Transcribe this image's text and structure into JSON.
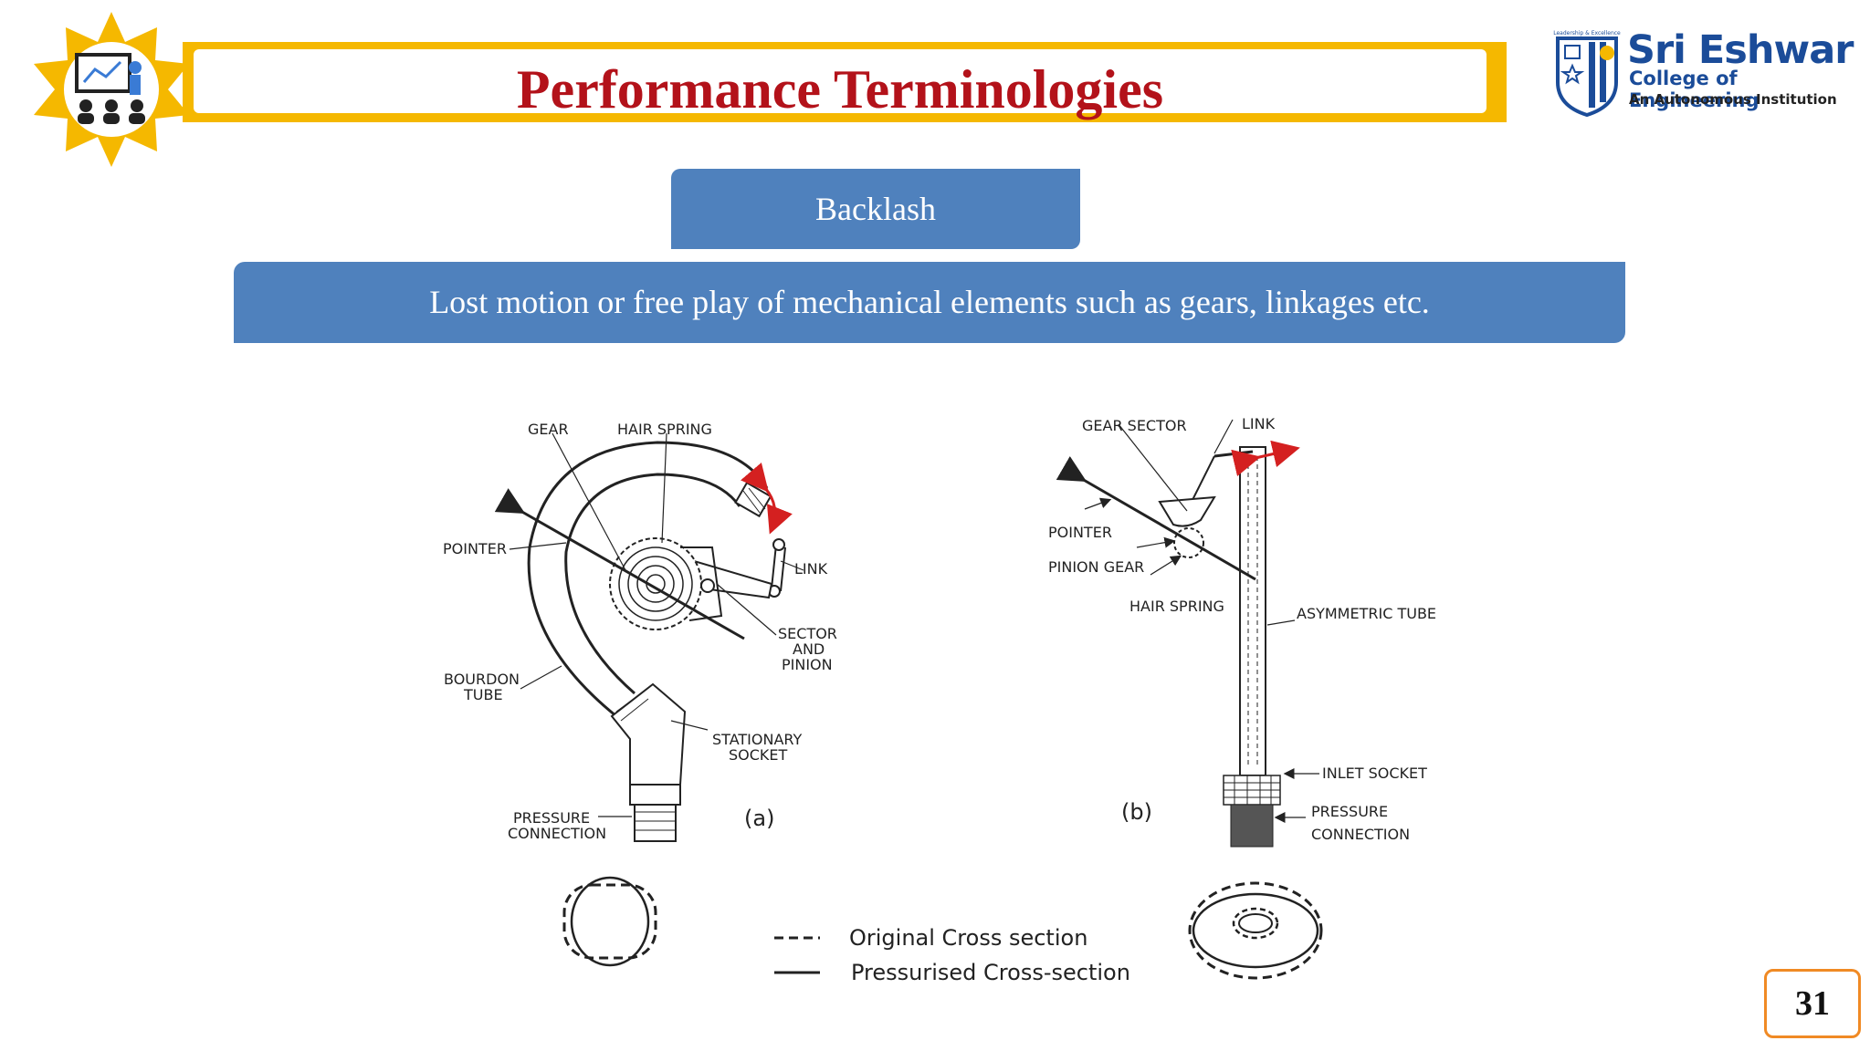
{
  "header": {
    "title": "Performance Terminologies"
  },
  "logo": {
    "name": "Sri Eshwar",
    "subtitle": "College of Engineering",
    "tagline": "An Autonomous Institution",
    "banner_text": "Leadership & Excellence"
  },
  "term": {
    "label": "Backlash"
  },
  "definition": {
    "text": "Lost motion or free play of mechanical elements such as gears, linkages etc."
  },
  "figure": {
    "a": {
      "caption": "(a)",
      "labels": {
        "gear": "GEAR",
        "hair_spring": "HAIR SPRING",
        "pointer": "POINTER",
        "link": "LINK",
        "sector_line1": "SECTOR",
        "sector_line2": "AND",
        "sector_line3": "PINION",
        "bourdon_line1": "BOURDON",
        "bourdon_line2": "TUBE",
        "stationary_line1": "STATIONARY",
        "stationary_line2": "SOCKET",
        "pressure_line1": "PRESSURE",
        "pressure_line2": "CONNECTION"
      }
    },
    "b": {
      "caption": "(b)",
      "labels": {
        "gear_sector": "GEAR SECTOR",
        "link": "LINK",
        "pointer": "POINTER",
        "pinion_gear": "PINION GEAR",
        "hair_spring": "HAIR SPRING",
        "asymmetric_tube": "ASYMMETRIC TUBE",
        "inlet_socket": "INLET SOCKET",
        "pressure_line1": "PRESSURE",
        "pressure_line2": "CONNECTION"
      }
    },
    "legend": {
      "original": "Original Cross section",
      "pressurised": "Pressurised Cross-section"
    }
  },
  "page_number": "31",
  "colors": {
    "title_red": "#b3121a",
    "accent_yellow": "#f5b800",
    "box_blue": "#4f81bd",
    "logo_blue": "#1b4c99",
    "page_border": "#f08a24",
    "arrow_red": "#d42020"
  }
}
